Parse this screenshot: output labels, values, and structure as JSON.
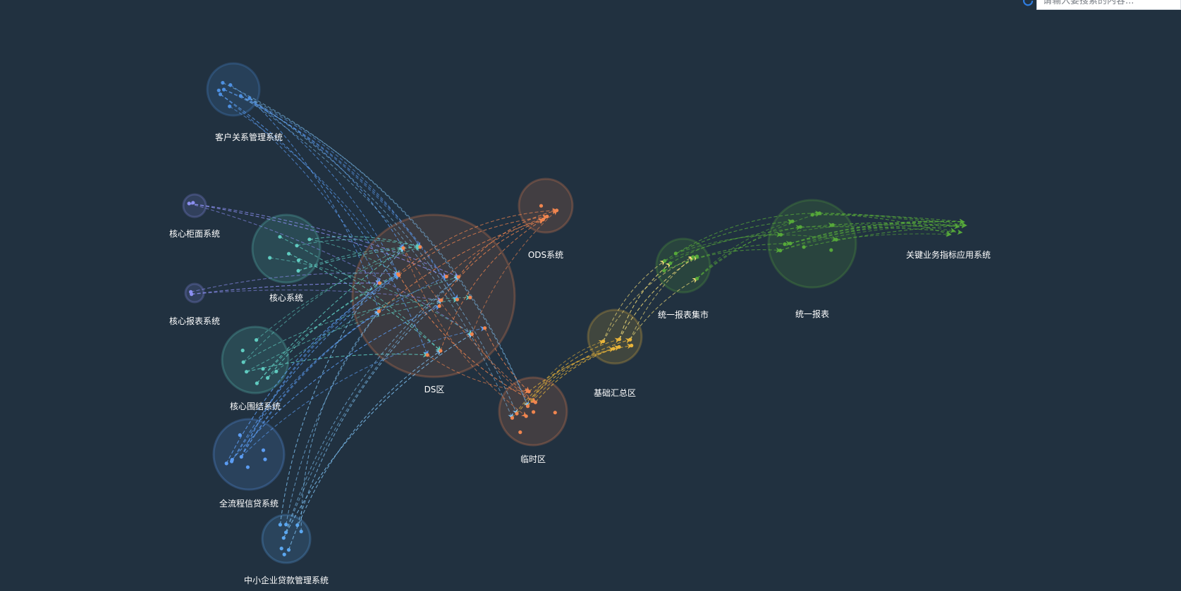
{
  "search": {
    "placeholder": "请输入要搜索的内容..."
  },
  "icons": {
    "refresh": "refresh-icon"
  },
  "colors": {
    "background": "#213140",
    "blue": "#5b9cf2",
    "light_blue": "#7fc3f5",
    "teal": "#5fcbc0",
    "purple": "#8b8ff0",
    "orange": "#f0854f",
    "gold": "#e8b43a",
    "yellow": "#f5e07a",
    "green": "#56a83a"
  },
  "graph": {
    "nodes": [
      {
        "id": "crm",
        "label": "客户关系管理系统",
        "color": "#4d8fe0"
      },
      {
        "id": "counter",
        "label": "核心柜面系统",
        "color": "#8b8ff0"
      },
      {
        "id": "core",
        "label": "核心系统",
        "color": "#5fcbc0"
      },
      {
        "id": "core_report",
        "label": "核心报表系统",
        "color": "#8b8ff0"
      },
      {
        "id": "core_peri",
        "label": "核心围结系统",
        "color": "#5fcbc0"
      },
      {
        "id": "credit",
        "label": "全流程信贷系统",
        "color": "#5b9cf2"
      },
      {
        "id": "sme",
        "label": "中小企业贷款管理系统",
        "color": "#5ba7f0"
      },
      {
        "id": "ds",
        "label": "DS区",
        "color": "#f0854f"
      },
      {
        "id": "ods",
        "label": "ODS系统",
        "color": "#f0854f"
      },
      {
        "id": "temp",
        "label": "临时区",
        "color": "#f0854f"
      },
      {
        "id": "base",
        "label": "基础汇总区",
        "color": "#e8b43a"
      },
      {
        "id": "mart",
        "label": "统一报表集市",
        "color": "#56a83a"
      },
      {
        "id": "report",
        "label": "统一报表",
        "color": "#56a83a"
      },
      {
        "id": "kpi",
        "label": "关键业务指标应用系统",
        "color": "#56a83a"
      }
    ]
  }
}
